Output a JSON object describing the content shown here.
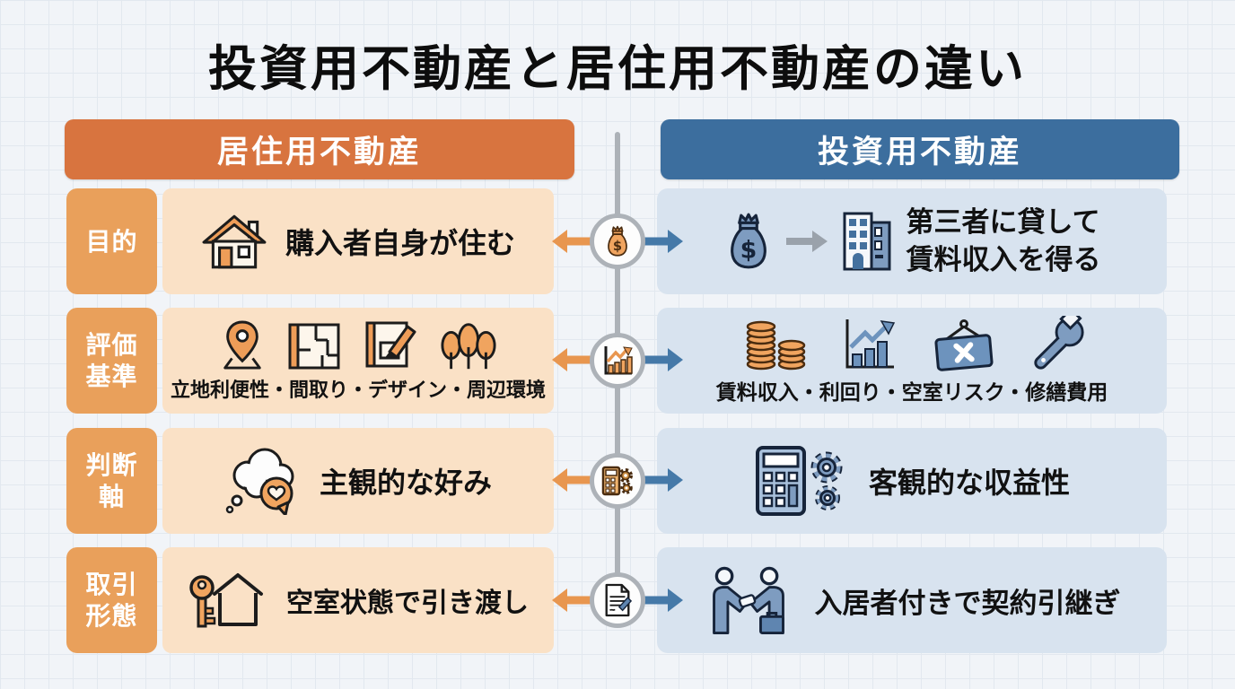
{
  "title": "投資用不動産と居住用不動産の違い",
  "headers": {
    "residential": "居住用不動産",
    "investment": "投資用不動産"
  },
  "colors": {
    "residential_header": "#d8743f",
    "residential_label": "#e9a05b",
    "residential_panel": "#fae1c6",
    "investment_header": "#3c6e9e",
    "investment_panel": "#d8e3ef",
    "arrow_orange": "#e8964f",
    "arrow_blue": "#4579a8",
    "connector_gray": "#adb2b8",
    "icon_orange": "#f0a45f",
    "icon_blue": "#7e9cc0"
  },
  "rows": [
    {
      "label": "目的",
      "label_line1": "目的",
      "label_line2": "",
      "center_icon": "money-bag-icon",
      "residential": {
        "text": "購入者自身が住む",
        "icons": [
          "house-icon"
        ]
      },
      "investment": {
        "text": "第三者に貸して賃料収入を得る",
        "text_line1": "第三者に貸して",
        "text_line2": "賃料収入を得る",
        "icons": [
          "money-bag-icon",
          "arrow-right-icon",
          "building-icon"
        ]
      }
    },
    {
      "label": "評価基準",
      "label_line1": "評価",
      "label_line2": "基準",
      "center_icon": "growth-chart-icon",
      "residential": {
        "text": "立地利便性・間取り・デザイン・周辺環境",
        "icons": [
          "map-pin-icon",
          "floorplan-icon",
          "design-sheet-icon",
          "trees-icon"
        ]
      },
      "investment": {
        "text": "賃料収入・利回り・空室リスク・修繕費用",
        "icons": [
          "coins-icon",
          "bar-chart-icon",
          "vacancy-sign-icon",
          "wrench-icon"
        ]
      }
    },
    {
      "label": "判断軸",
      "label_line1": "判断",
      "label_line2": "軸",
      "center_icon": "calculator-gear-icon",
      "residential": {
        "text": "主観的な好み",
        "icons": [
          "thought-bubble-heart-icon"
        ]
      },
      "investment": {
        "text": "客観的な収益性",
        "icons": [
          "calculator-gears-icon"
        ]
      }
    },
    {
      "label": "取引形態",
      "label_line1": "取引",
      "label_line2": "形態",
      "center_icon": "contract-document-icon",
      "residential": {
        "text": "空室状態で引き渡し",
        "icons": [
          "key-house-icon"
        ]
      },
      "investment": {
        "text": "入居者付きで契約引継ぎ",
        "icons": [
          "handshake-icon"
        ]
      }
    }
  ]
}
